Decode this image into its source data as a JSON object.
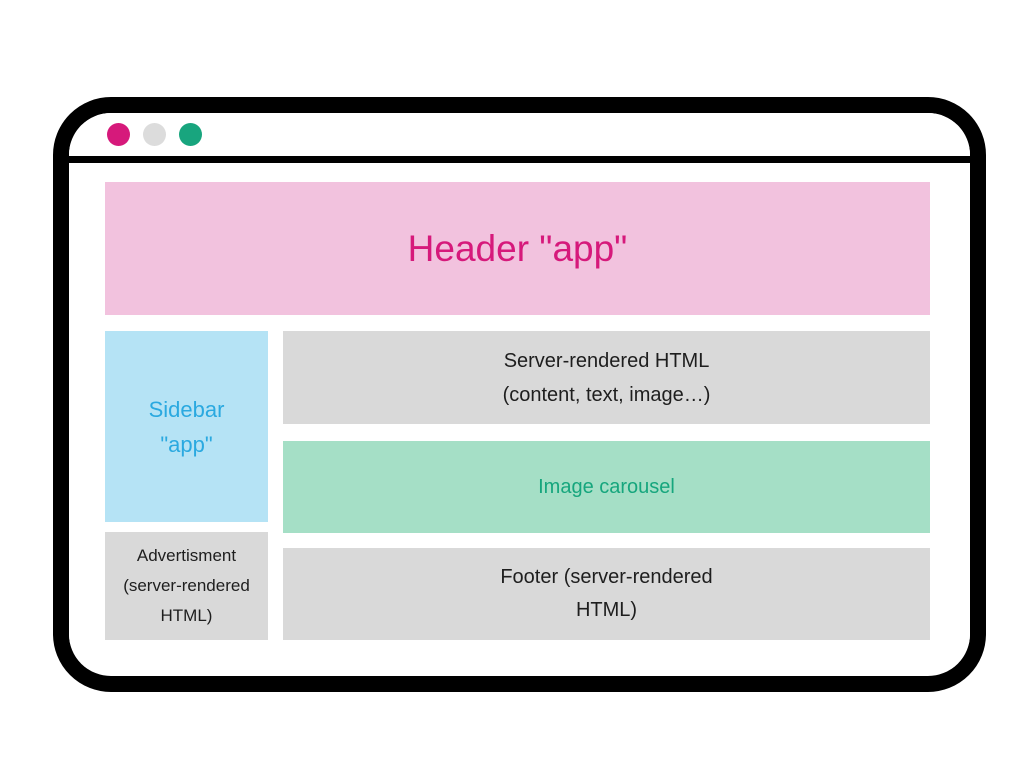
{
  "window": {
    "dots": [
      {
        "name": "pink-dot",
        "color": "#d6197b"
      },
      {
        "name": "gray-dot",
        "color": "#dcdcdc"
      },
      {
        "name": "green-dot",
        "color": "#18a57e"
      }
    ],
    "frame_color": "#000000"
  },
  "blocks": {
    "header": {
      "label": "Header \"app\"",
      "bg": "#f2c2de",
      "color": "#d6197b"
    },
    "sidebar": {
      "lines": [
        "Sidebar",
        "\"app\""
      ],
      "bg": "#b5e3f5",
      "color": "#2aa9e0"
    },
    "server_html": {
      "lines": [
        "Server-rendered HTML",
        "(content, text, image…)"
      ],
      "bg": "#d9d9d9",
      "color": "#1e1e1e"
    },
    "carousel": {
      "label": "Image carousel",
      "bg": "#a5dfc6",
      "color": "#16a67d"
    },
    "advertisement": {
      "lines": [
        "Advertisment",
        "(server-rendered",
        "HTML)"
      ],
      "bg": "#d9d9d9",
      "color": "#1e1e1e"
    },
    "footer": {
      "lines": [
        "Footer (server-rendered",
        "HTML)"
      ],
      "bg": "#d9d9d9",
      "color": "#1e1e1e"
    }
  }
}
